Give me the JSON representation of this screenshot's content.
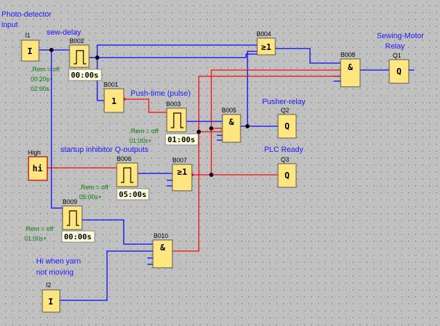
{
  "labels": {
    "photo_detector": "Photo-detector",
    "input": "input",
    "sew_delay": "sew-delay",
    "sewing_motor": "Sewing-Motor",
    "relay": "Relay",
    "push_time": "Push-time (pulse)",
    "pusher_relay": "Pusher-relay",
    "startup_inhibitor": "startup inhibitor Q-outputs",
    "plc_ready": "PLC Ready",
    "hi_when_yarn": "Hi when yarn",
    "not_moving": "not moving"
  },
  "blocks": {
    "I1": {
      "name": "I1",
      "symbol": "I"
    },
    "I2": {
      "name": "I2",
      "symbol": "I"
    },
    "High": {
      "name": "High",
      "symbol": "hi"
    },
    "B001": {
      "name": "B001",
      "symbol": "1"
    },
    "B002": {
      "name": "B002",
      "time": "00:00s",
      "rem": ".Rem = off",
      "p1": "00:20s+",
      "p2": "02:00s"
    },
    "B003": {
      "name": "B003",
      "time": "01:00s",
      "rem": ".Rem = off",
      "p1": "01:00s+"
    },
    "B004": {
      "name": "B004",
      "symbol": "≥1"
    },
    "B005": {
      "name": "B005",
      "symbol": "&"
    },
    "B006": {
      "name": "B006",
      "time": "05:00s",
      "rem": ".Rem = off",
      "p1": "05:00s+"
    },
    "B007": {
      "name": "B007",
      "symbol": "≥1"
    },
    "B008": {
      "name": "B008",
      "symbol": "&"
    },
    "B009": {
      "name": "B009",
      "time": "00:00s",
      "rem": ".Rem = off",
      "p1": "01:00s+"
    },
    "B010": {
      "name": "B010",
      "symbol": "&"
    },
    "Q1": {
      "name": "Q1",
      "symbol": "Q"
    },
    "Q2": {
      "name": "Q2",
      "symbol": "Q"
    },
    "Q3": {
      "name": "Q3",
      "symbol": "Q"
    }
  },
  "colors": {
    "background": "#c0c0c0",
    "block_fill": "#ffe680",
    "wire_blue": "#0000ff",
    "wire_red": "#ff0000",
    "label_blue": "#1a1aff",
    "param_green": "#007a00"
  }
}
